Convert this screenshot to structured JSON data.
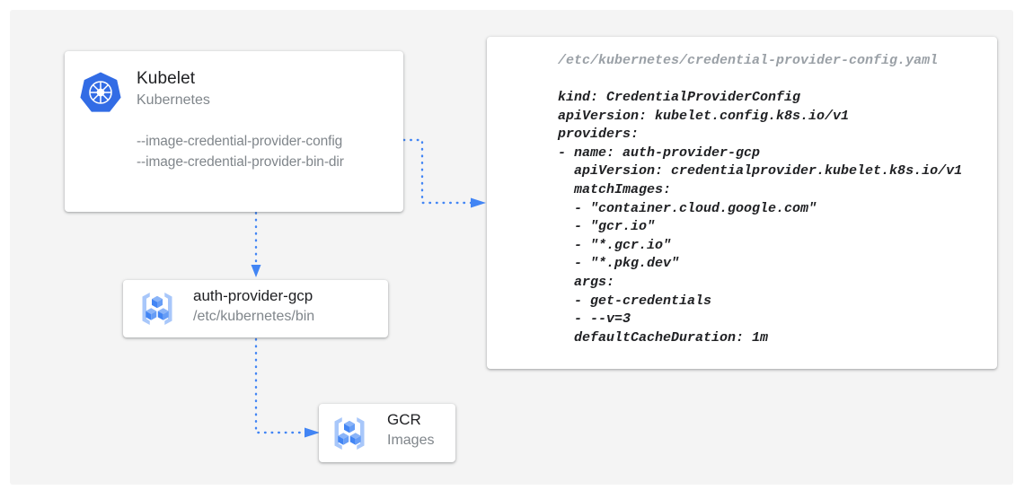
{
  "canvas": {
    "background": "#f4f4f4",
    "page_background": "#ffffff"
  },
  "accent": {
    "arrow_blue": "#4285f4",
    "dot_blue": "#4285f4",
    "k8s_blue": "#326ce5",
    "icon_blue_dark": "#4a7fe0",
    "icon_blue_light": "#a8c7fa"
  },
  "kubelet_card": {
    "icon": "kubernetes-logo",
    "title": "Kubelet",
    "subtitle": "Kubernetes",
    "flags": [
      "--image-credential-provider-config",
      "--image-credential-provider-bin-dir"
    ]
  },
  "auth_provider_card": {
    "icon": "container-registry-icon",
    "title": "auth-provider-gcp",
    "subtitle": "/etc/kubernetes/bin"
  },
  "gcr_card": {
    "icon": "container-registry-icon",
    "title": "GCR",
    "subtitle": "Images"
  },
  "yaml_panel": {
    "filename": "/etc/kubernetes/credential-provider-config.yaml",
    "lines": [
      "kind: CredentialProviderConfig",
      "apiVersion: kubelet.config.k8s.io/v1",
      "providers:",
      "- name: auth-provider-gcp",
      "  apiVersion: credentialprovider.kubelet.k8s.io/v1",
      "  matchImages:",
      "  - \"container.cloud.google.com\"",
      "  - \"gcr.io\"",
      "  - \"*.gcr.io\"",
      "  - \"*.pkg.dev\"",
      "  args:",
      "  - get-credentials",
      "  - --v=3",
      "  defaultCacheDuration: 1m"
    ]
  },
  "connectors": [
    {
      "name": "kubelet-to-config-yaml",
      "from": "kubelet-card",
      "to": "yaml-panel",
      "style": "dotted",
      "arrowhead": "right"
    },
    {
      "name": "kubelet-to-auth-provider",
      "from": "kubelet-card",
      "to": "auth-provider-card",
      "style": "dotted",
      "arrowhead": "down"
    },
    {
      "name": "auth-provider-to-gcr",
      "from": "auth-provider-card",
      "to": "gcr-card",
      "style": "dotted",
      "arrowhead": "right"
    }
  ]
}
